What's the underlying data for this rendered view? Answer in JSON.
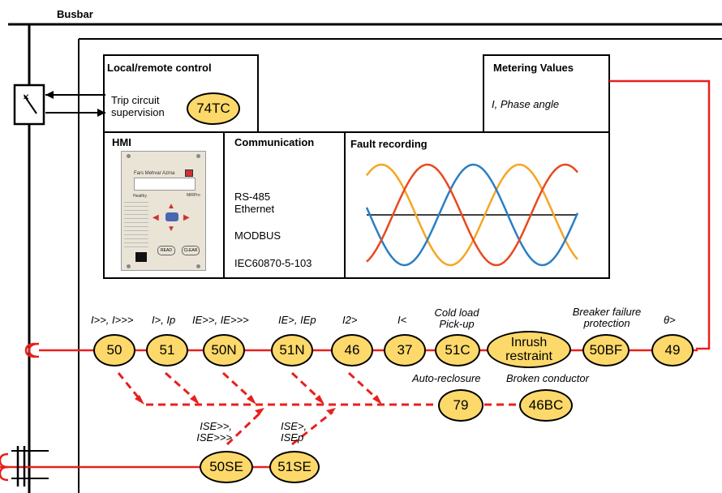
{
  "busbar_label": "Busbar",
  "boxes": {
    "local_remote": {
      "title": "Local/remote control",
      "line1": "Trip   circuit",
      "line2": "supervision",
      "node": "74TC"
    },
    "metering": {
      "title": "Metering Values",
      "text": "I, Phase angle"
    },
    "hmi": {
      "title": "HMI"
    },
    "communication": {
      "title": "Communication",
      "items": [
        "RS-485",
        "Ethernet",
        "MODBUS",
        "IEC60870-5-103"
      ]
    },
    "fault_recording": {
      "title": "Fault recording"
    }
  },
  "relay_device": {
    "brand": "Fars Mehvar Azma",
    "model": "MiRPro",
    "healthy": "Healthy",
    "read_button": "READ",
    "clear_button": "CLEAR"
  },
  "functions": [
    {
      "code": "50",
      "label": "I>>, I>>>"
    },
    {
      "code": "51",
      "label": "I>, Ip"
    },
    {
      "code": "50N",
      "label": "IE>>, IE>>>"
    },
    {
      "code": "51N",
      "label": "IE>, IEp"
    },
    {
      "code": "46",
      "label": "I2>"
    },
    {
      "code": "37",
      "label": "I<"
    },
    {
      "code": "51C",
      "label_line1": "Cold load",
      "label_line2": "Pick-up"
    },
    {
      "code_line1": "Inrush",
      "code_line2": "restraint"
    },
    {
      "code": "50BF",
      "label_line1": "Breaker failure",
      "label_line2": "protection"
    },
    {
      "code": "49",
      "label": "θ>"
    }
  ],
  "lower_functions": [
    {
      "code": "79",
      "label": "Auto-reclosure"
    },
    {
      "code": "46BC",
      "label": "Broken conductor"
    },
    {
      "code": "50SE",
      "label_line1": "ISE>>,",
      "label_line2": "ISE>>>"
    },
    {
      "code": "51SE",
      "label_line1": "ISE>,",
      "label_line2": "ISEp"
    }
  ],
  "colors": {
    "line_red": "#e8201c",
    "node_fill": "#fcd96a",
    "wave_orange": "#f5a623",
    "wave_blue": "#2a7fc4",
    "wave_red": "#e8491f"
  }
}
